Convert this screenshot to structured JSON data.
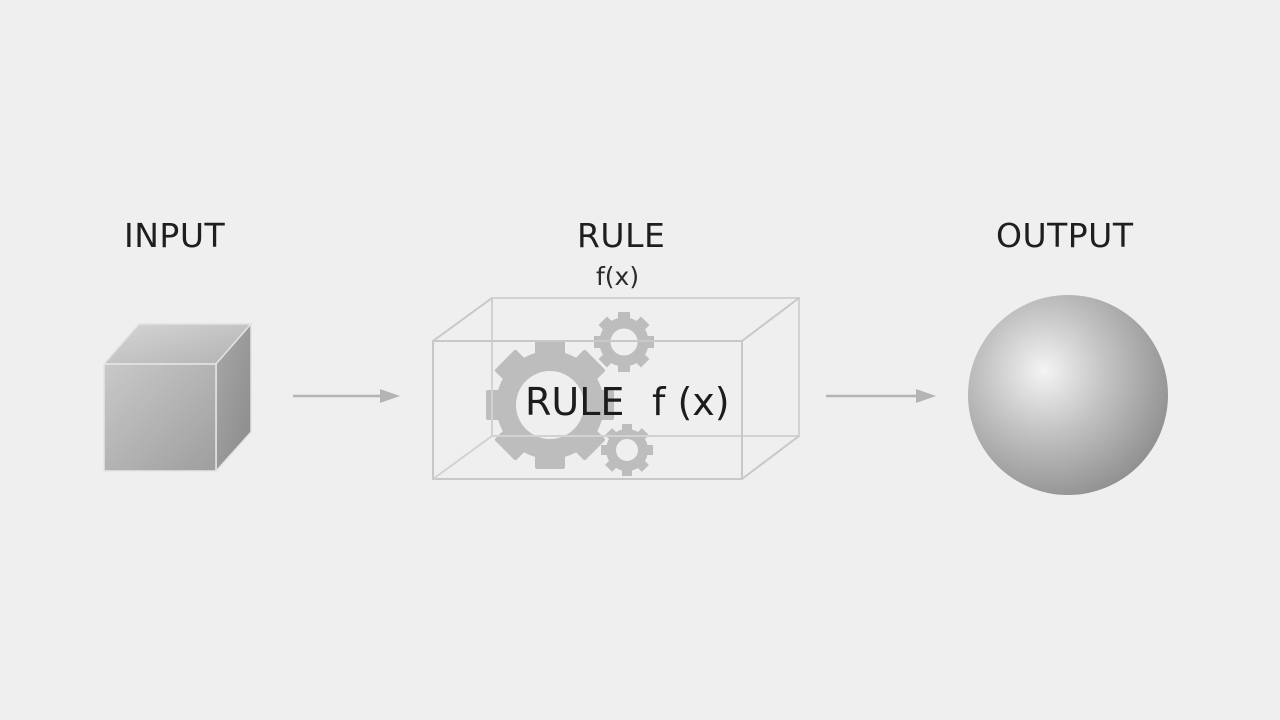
{
  "labels": {
    "input": "INPUT",
    "rule": "RULE",
    "output": "OUTPUT",
    "rule_formula_top": "f(x)",
    "rule_box_text": "RULE",
    "rule_box_formula": "f (x)"
  },
  "icons": {
    "input_shape": "cube-icon",
    "rule_shape": "transparent-box",
    "gears": "gear-icon",
    "output_shape": "sphere-icon",
    "arrows": "arrow-right-icon"
  },
  "colors": {
    "background": "#efefef",
    "text": "#1e1e1e",
    "outline": "#c8c8c8",
    "gear": "#bdbdbd",
    "arrow": "#b4b4b4"
  }
}
